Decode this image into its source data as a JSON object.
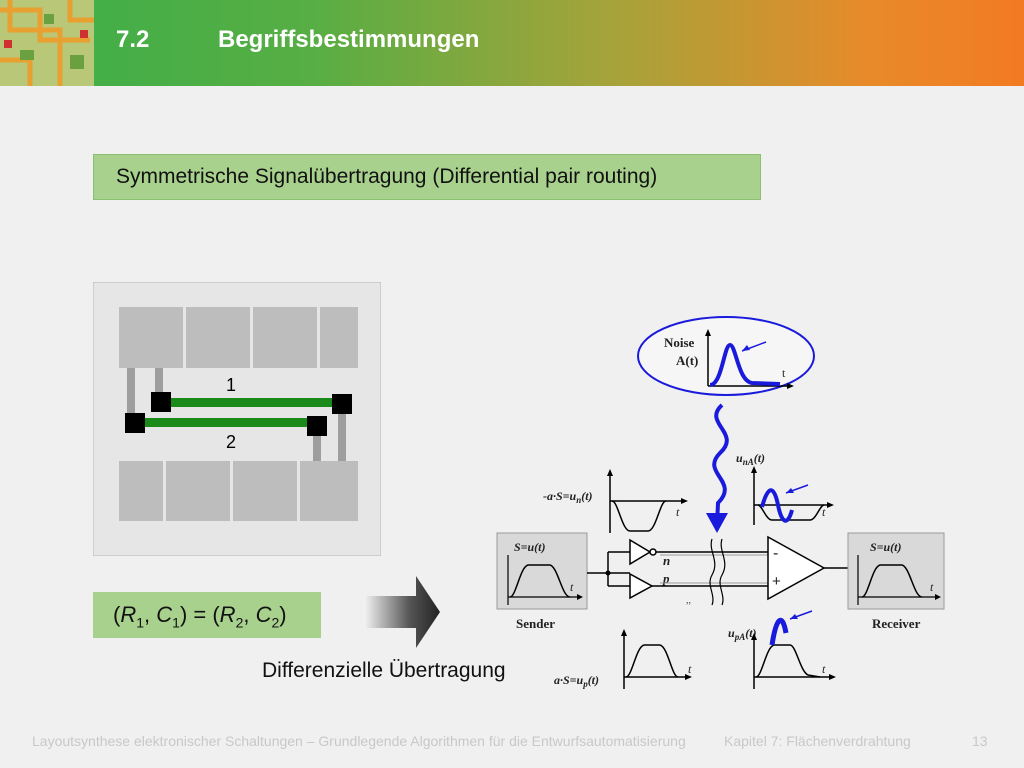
{
  "header": {
    "section_number": "7.2",
    "title": "Begriffsbestimmungen"
  },
  "banner": {
    "text": "Symmetrische Signalübertragung (Differential pair routing)"
  },
  "layout_figure": {
    "label_1": "1",
    "label_2": "2"
  },
  "equation": {
    "open": "(",
    "r1": "R",
    "s1": "1",
    "c1": "C",
    "s2": "1",
    "eq": ") = (",
    "r2": "R",
    "s3": "2",
    "c2": "C",
    "s4": "2",
    "close": ")",
    "sep": ", "
  },
  "caption": {
    "text": "Differenzielle Übertragung"
  },
  "circuit": {
    "noise_label": "Noise",
    "noise_fn": "A(t)",
    "t": "t",
    "una_u": "u",
    "una_sub": "nA",
    "una_rest": "(t)",
    "upa_u": "u",
    "upa_sub": "pA",
    "upa_rest": "(t)",
    "neg_signal_pre": "-a·S=u",
    "neg_signal_sub": "n",
    "neg_signal_rest": "(t)",
    "pos_signal_pre": "a·S=u",
    "pos_signal_sub": "p",
    "pos_signal_rest": "(t)",
    "sender_signal": "S=u(t)",
    "receiver_signal": "S=u(t)",
    "sender": "Sender",
    "receiver": "Receiver",
    "n": "n",
    "p": "p",
    "minus": "-",
    "plus": "+"
  },
  "footer": {
    "course": "Layoutsynthese elektronischer Schaltungen – Grundlegende Algorithmen für die Entwurfsautomatisierung",
    "chapter": "Kapitel 7: Flächenverdrahtung",
    "page": "13"
  },
  "colors": {
    "green_box": "#a9d18e",
    "wire_green": "#1a8a1a",
    "noise_blue": "#1a1adc"
  }
}
